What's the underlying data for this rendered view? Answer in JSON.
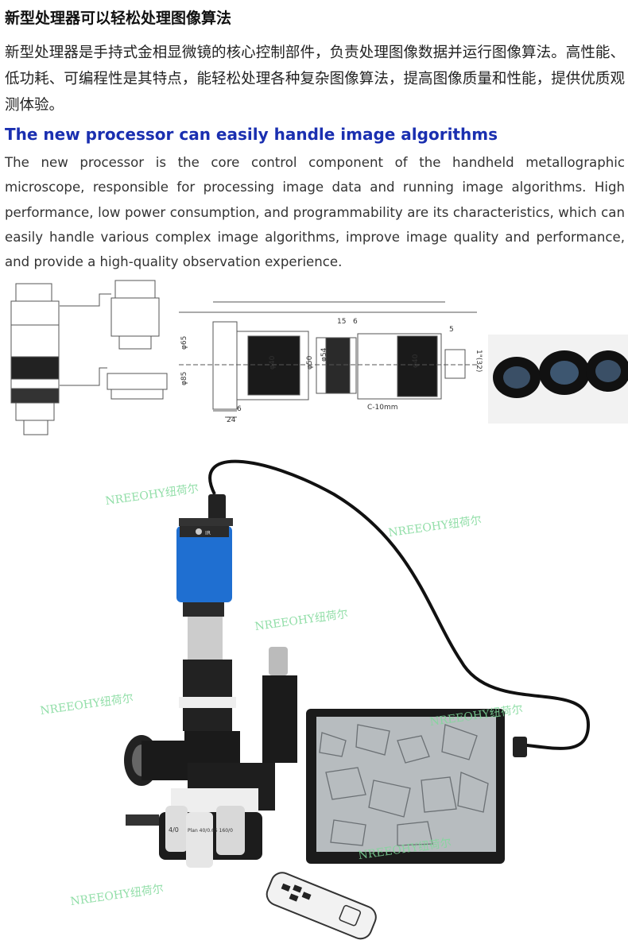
{
  "cn": {
    "title": "新型处理器可以轻松处理图像算法",
    "body": "新型处理器是手持式金相显微镜的核心控制部件，负责处理图像数据并运行图像算法。高性能、低功耗、可编程性是其特点，能轻松处理各种复杂图像算法，提高图像质量和性能，提供优质观测体验。"
  },
  "en": {
    "title": "The new processor can easily handle image algorithms",
    "body": "The new processor is the core control component of the handheld metallographic microscope, responsible for processing image data and running image algorithms. High performance, low power consumption, and programmability are its characteristics, which can easily handle various complex image algorithms, improve image quality and performance, and provide a high-quality observation experience."
  },
  "drawing": {
    "dims": [
      "φ65",
      "φ85",
      "φ40",
      "φ50",
      "φ54",
      "φ40",
      "15",
      "6",
      "5",
      "24",
      "6",
      "C-10mm",
      "1\"(32)"
    ]
  },
  "photo": {
    "camera_label": "IR",
    "objective_label": "Plan 40/0.65 160/0",
    "objective_short": "4/0"
  },
  "watermarks": [
    "NREEOHY纽荷尔",
    "NREEOHY纽荷尔",
    "NREEOHY纽荷尔",
    "NREEOHY纽荷尔",
    "NREEOHY纽荷尔",
    "NREEOHY纽荷尔",
    "NREEOHY纽荷尔"
  ],
  "colors": {
    "en_title": "#1a2fb0",
    "watermark": "#7fd99a",
    "camera_body": "#1f6fd1"
  }
}
